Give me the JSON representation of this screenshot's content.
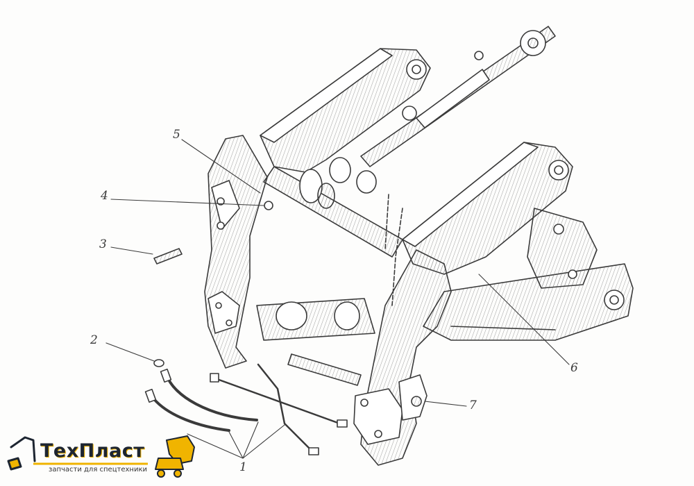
{
  "callouts": [
    {
      "id": "1",
      "text": "1"
    },
    {
      "id": "2",
      "text": "2"
    },
    {
      "id": "3",
      "text": "3"
    },
    {
      "id": "4",
      "text": "4"
    },
    {
      "id": "5",
      "text": "5"
    },
    {
      "id": "6",
      "text": "6"
    },
    {
      "id": "7",
      "text": "7"
    }
  ],
  "logo": {
    "brand": "ТехПласт",
    "tagline": "запчасти для спецтехники"
  },
  "colors": {
    "ink": "#3a3a3a",
    "logo_yellow": "#f0b400",
    "logo_dark": "#1d2531"
  }
}
